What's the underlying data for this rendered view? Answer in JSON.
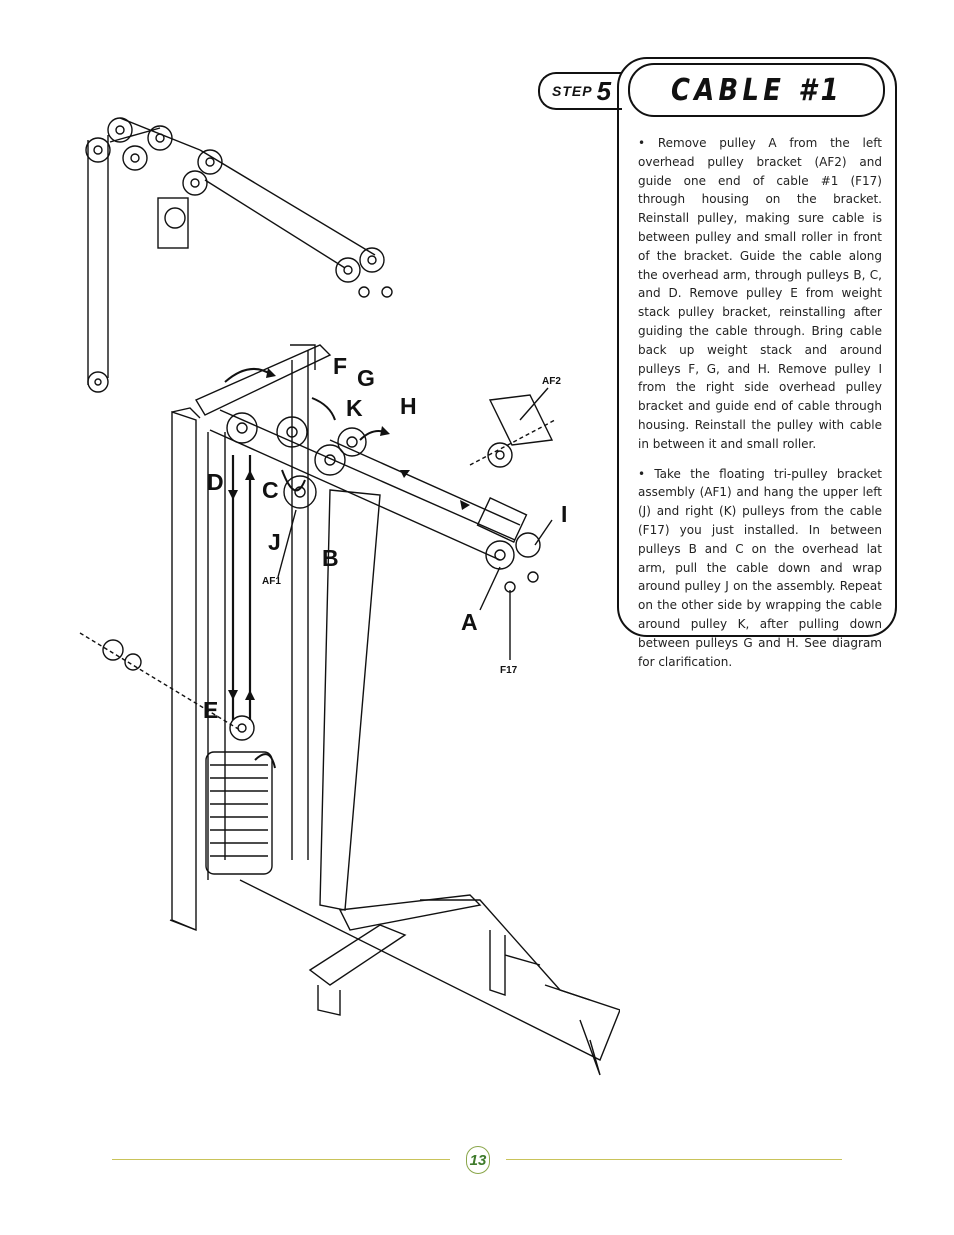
{
  "header": {
    "step_word": "STEP",
    "step_number": "5",
    "title": "CABLE #1"
  },
  "instructions": [
    "• Remove pulley A from the left overhead pulley bracket (AF2) and guide one end of cable #1 (F17) through housing on the bracket. Reinstall pulley, making sure cable is between pulley and small roller in front of the bracket. Guide the cable along the overhead arm, through pulleys B, C, and D. Remove pulley E from weight stack pulley bracket, reinstalling after guiding the cable through. Bring cable back up weight stack and around pulleys F, G, and H. Remove pulley I from the right side overhead pulley bracket and guide end of cable through housing. Reinstall the pulley with cable in between it and small roller.",
    "• Take the floating tri-pulley bracket assembly (AF1) and hang the upper left (J) and right (K) pulleys from the cable (F17) you just installed. In between pulleys B and C on the overhead lat arm, pull the cable down and wrap around pulley J on the assembly. Repeat on the other side by wrapping the cable around pulley K, after pulling down between pulleys G and H. See diagram for clarification."
  ],
  "diagram_labels": {
    "A": "A",
    "B": "B",
    "C": "C",
    "D": "D",
    "E": "E",
    "F": "F",
    "G": "G",
    "H": "H",
    "I": "I",
    "J": "J",
    "K": "K",
    "AF1": "AF1",
    "AF2": "AF2",
    "F17": "F17"
  },
  "footer": {
    "page_number": "13"
  },
  "colors": {
    "accent_line": "#c9c35a",
    "page_number": "#3e7a2b"
  }
}
